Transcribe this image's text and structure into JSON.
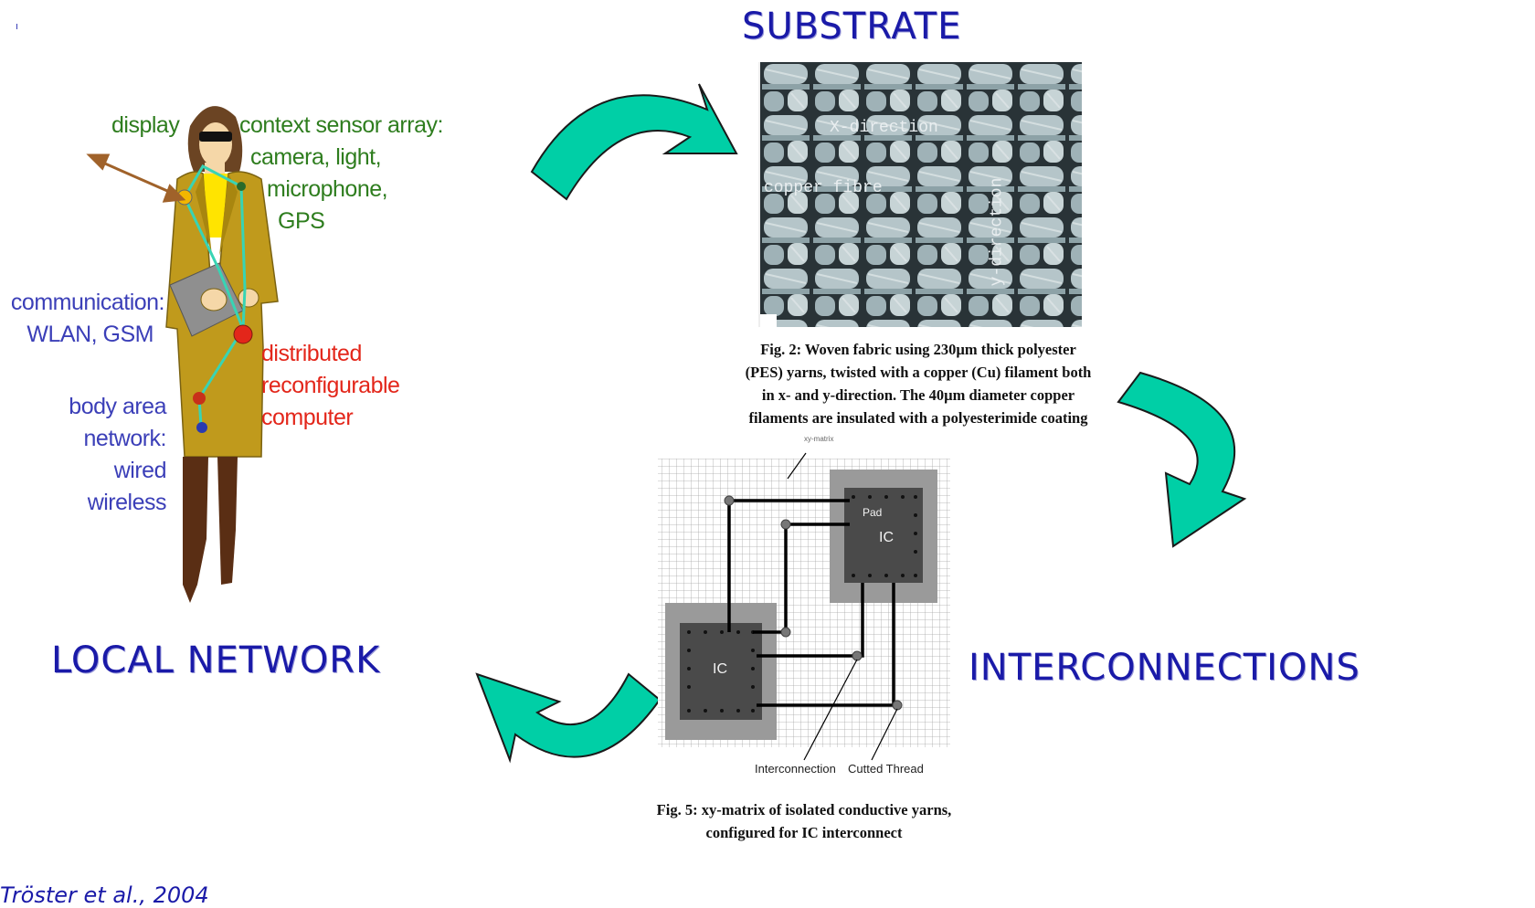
{
  "headings": {
    "substrate": "SUBSTRATE",
    "local_network": "LOCAL NETWORK",
    "interconnections": "INTERCONNECTIONS"
  },
  "figure_labels": {
    "display": "display",
    "context_sensor": [
      "context sensor array:",
      "camera, light,",
      "microphone,",
      "GPS"
    ],
    "communication": [
      "communication:",
      "WLAN, GSM"
    ],
    "distributed": [
      "distributed",
      "reconfigurable",
      "computer"
    ],
    "body_area": [
      "body area",
      "network:",
      "wired",
      "wireless"
    ]
  },
  "fabric": {
    "x_direction": "X-direction",
    "copper_fibre": "copper fibre",
    "y_direction": "y-direction",
    "caption": [
      "Fig. 2: Woven fabric using 230µm thick polyester",
      "(PES) yarns, twisted with a copper (Cu) filament both",
      "in x- and y-direction. The 40µm diameter copper",
      "filaments are insulated with a polyesterimide coating"
    ]
  },
  "matrix": {
    "top_label": "xy-matrix",
    "pad": "Pad",
    "ic_top": "IC",
    "ic_bottom": "IC",
    "interconnection": "Interconnection",
    "cutted_thread": "Cutted Thread",
    "caption": [
      "Fig. 5: xy-matrix of isolated conductive yarns,",
      "configured for IC interconnect"
    ]
  },
  "credit": "Tröster et al., 2004",
  "colors": {
    "heading": "#1a1aa8",
    "arrow_fill": "#00cfa6",
    "label_green": "#2e7d1e",
    "label_blue": "#3b3fb8",
    "label_red": "#e3261a"
  }
}
